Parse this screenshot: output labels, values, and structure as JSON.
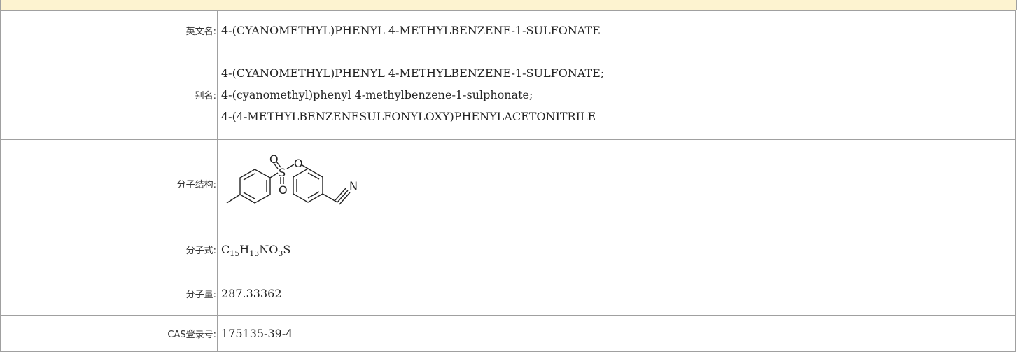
{
  "rows": {
    "english_name": {
      "label": "英文名:",
      "value": "4-(CYANOMETHYL)PHENYL 4-METHYLBENZENE-1-SULFONATE"
    },
    "aliases": {
      "label": "别名:",
      "values": [
        "4-(CYANOMETHYL)PHENYL 4-METHYLBENZENE-1-SULFONATE;",
        "4-(cyanomethyl)phenyl 4-methylbenzene-1-sulphonate;",
        "4-(4-METHYLBENZENESULFONYLOXY)PHENYLACETONITRILE"
      ]
    },
    "structure": {
      "label": "分子结构:",
      "atoms": {
        "o_upper": "O",
        "s": "S",
        "o_lower": "O",
        "o_ester": "O",
        "n": "N"
      }
    },
    "formula": {
      "label": "分子式:",
      "parts": {
        "c": "C",
        "c_n": "15",
        "h": "H",
        "h_n": "13",
        "no": "NO",
        "o_n": "3",
        "s": "S"
      }
    },
    "molecular_weight": {
      "label": "分子量:",
      "value": "287.33362"
    },
    "cas": {
      "label": "CAS登录号:",
      "value": "175135-39-4"
    }
  }
}
